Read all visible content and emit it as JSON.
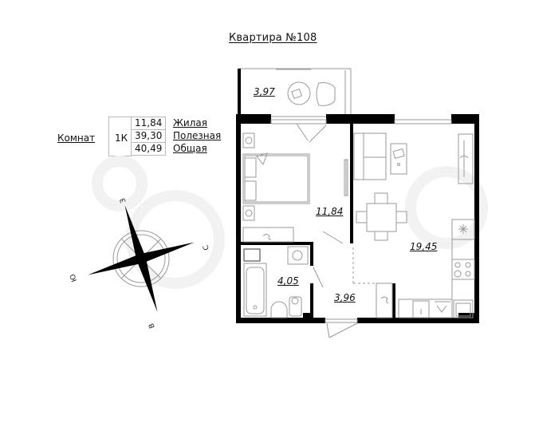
{
  "title": "Квартира №108",
  "summary": {
    "rooms_label": "Комнат",
    "rooms_count": "1К",
    "areas": [
      {
        "value": "11,84",
        "label": "Жилая"
      },
      {
        "value": "39,30",
        "label": "Полезная"
      },
      {
        "value": "40,49",
        "label": "Общая"
      }
    ]
  },
  "rooms": [
    {
      "name": "balcony",
      "area": "3,97"
    },
    {
      "name": "bedroom",
      "area": "11,84"
    },
    {
      "name": "kitchen-living",
      "area": "19,45"
    },
    {
      "name": "bathroom",
      "area": "4,05"
    },
    {
      "name": "hallway",
      "area": "3,96"
    }
  ],
  "compass": {
    "north": "С",
    "south": "Ю",
    "east": "В",
    "west": "З"
  },
  "colors": {
    "wall": "#000000",
    "furniture_line": "#9a9a9a",
    "text": "#111111"
  }
}
